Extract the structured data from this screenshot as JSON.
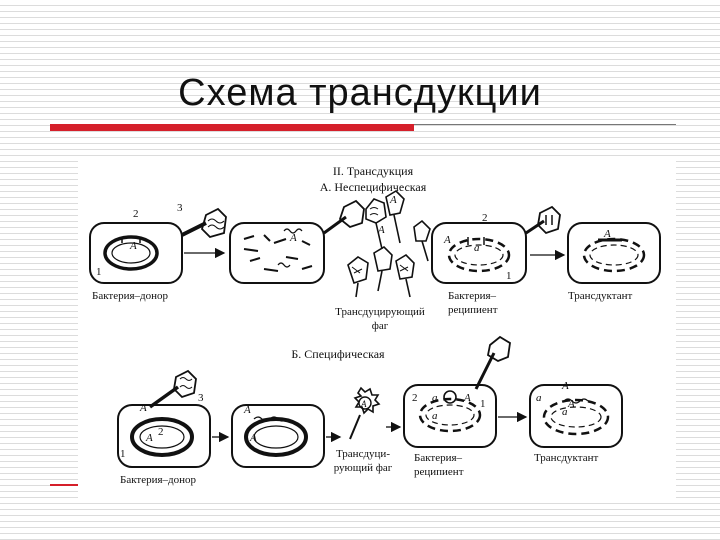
{
  "title": "Схема трансдукции",
  "figure": {
    "section_main": "II. Трансдукция",
    "section_a": "А. Неспецифическая",
    "section_b": "Б. Специфическая",
    "donor": "Бактерия–донор",
    "transducing_phage_a": "Трансдуцирующий",
    "transducing_phage_a_2": "фаг",
    "recipient_1": "Бактерия–",
    "recipient_2": "реципиент",
    "transductant": "Трансдуктант",
    "transducing_phage_b_1": "Трансдуци-",
    "transducing_phage_b_2": "рующий фаг",
    "gene_A": "A",
    "gene_a": "a",
    "num_1": "1",
    "num_2": "2",
    "num_3": "3"
  },
  "colors": {
    "accent_red": "#d51f2a",
    "ink": "#111111"
  }
}
